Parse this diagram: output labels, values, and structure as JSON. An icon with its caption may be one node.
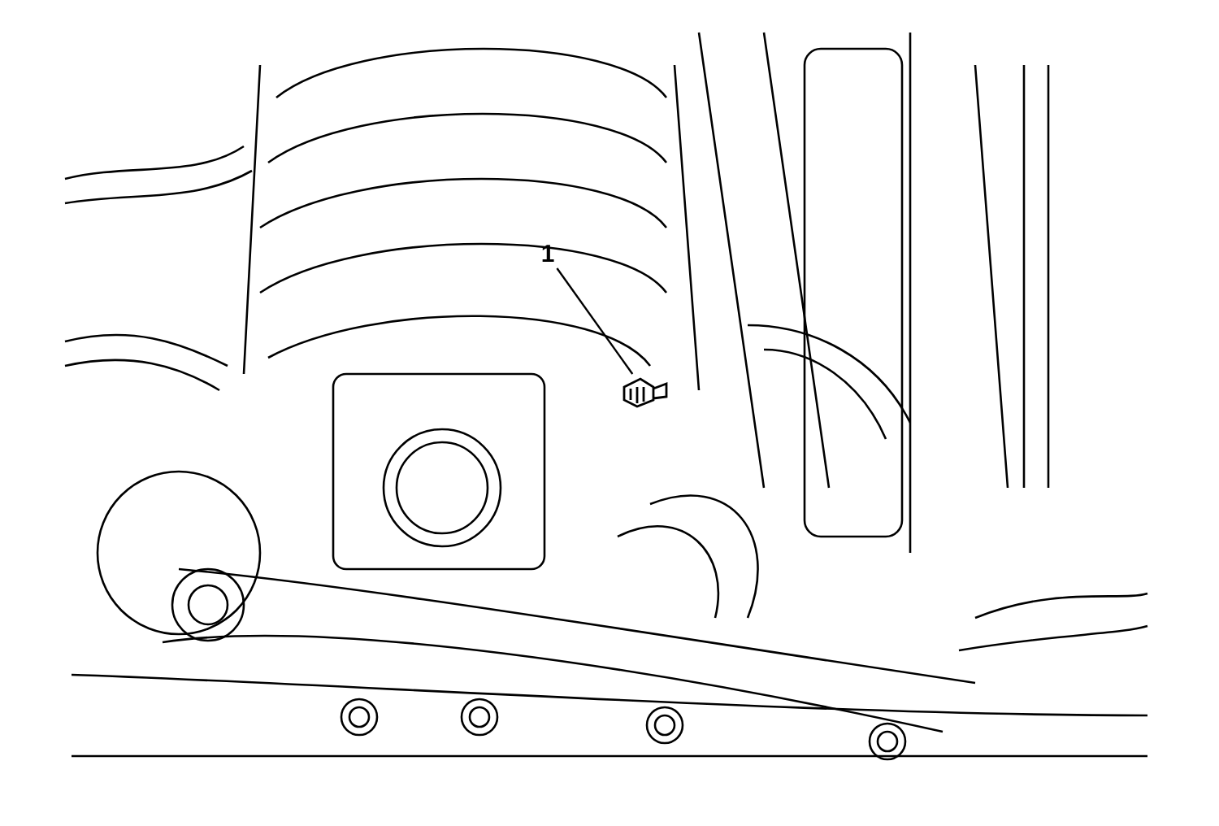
{
  "diagram": {
    "nodes": [
      {
        "text": [
          "1"
        ]
      },
      {
        "text": [],
        "shape": "picture"
      }
    ],
    "edges": [
      {
        "from": 0,
        "to": 1,
        "arrow": "none"
      }
    ]
  }
}
